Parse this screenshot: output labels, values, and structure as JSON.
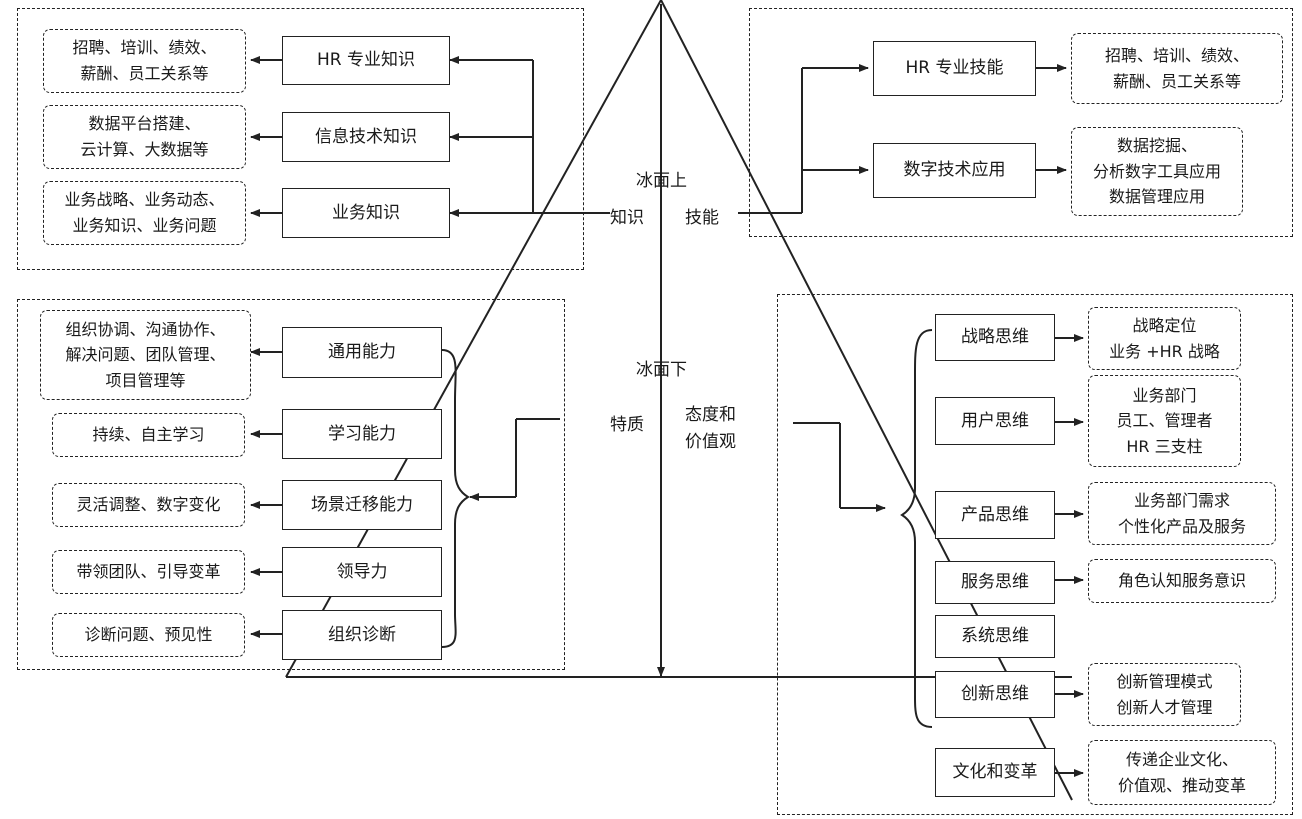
{
  "center": {
    "above_water": "冰面上",
    "knowledge": "知识",
    "skills": "技能",
    "below_water": "冰面下",
    "traits": "特质",
    "attitude_line1": "态度和",
    "attitude_line2": "价值观"
  },
  "knowledge": [
    {
      "title": "HR 专业知识",
      "detail": [
        "招聘、培训、绩效、",
        "薪酬、员工关系等"
      ]
    },
    {
      "title": "信息技术知识",
      "detail": [
        "数据平台搭建、",
        "云计算、大数据等"
      ]
    },
    {
      "title": "业务知识",
      "detail": [
        "业务战略、业务动态、",
        "业务知识、业务问题"
      ]
    }
  ],
  "skills": [
    {
      "title": "HR 专业技能",
      "detail": [
        "招聘、培训、绩效、",
        "薪酬、员工关系等"
      ]
    },
    {
      "title": "数字技术应用",
      "detail": [
        "数据挖掘、",
        "分析数字工具应用",
        "数据管理应用"
      ]
    }
  ],
  "traits": [
    {
      "title": "通用能力",
      "detail": [
        "组织协调、沟通协作、",
        "解决问题、团队管理、",
        "项目管理等"
      ]
    },
    {
      "title": "学习能力",
      "detail": [
        "持续、自主学习"
      ]
    },
    {
      "title": "场景迁移能力",
      "detail": [
        "灵活调整、数字变化"
      ]
    },
    {
      "title": "领导力",
      "detail": [
        "带领团队、引导变革"
      ]
    },
    {
      "title": "组织诊断",
      "detail": [
        "诊断问题、预见性"
      ]
    }
  ],
  "attitudes": [
    {
      "title": "战略思维",
      "detail": [
        "战略定位",
        "业务 +HR 战略"
      ]
    },
    {
      "title": "用户思维",
      "detail": [
        "业务部门",
        "员工、管理者",
        "HR 三支柱"
      ]
    },
    {
      "title": "产品思维",
      "detail": [
        "业务部门需求",
        "个性化产品及服务"
      ]
    },
    {
      "title": "服务思维",
      "detail": [
        "角色认知服务意识"
      ]
    },
    {
      "title": "系统思维",
      "detail": []
    },
    {
      "title": "创新思维",
      "detail": [
        "创新管理模式",
        "创新人才管理"
      ]
    },
    {
      "title": "文化和变革",
      "detail": [
        "传递企业文化、",
        "价值观、推动变革"
      ]
    }
  ]
}
